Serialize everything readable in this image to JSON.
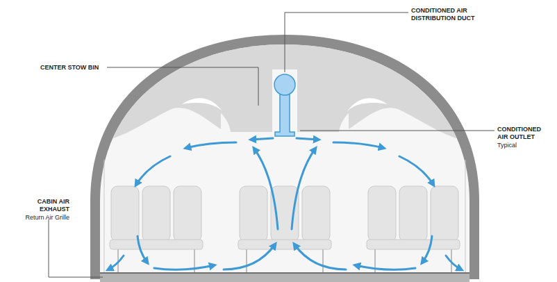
{
  "diagram": {
    "labels": [
      "CONDITIONED AIR DISTRIBUTION DUCT",
      "CENTER STOW BIN",
      "CONDITIONED AIR OUTLET",
      "Typical",
      "CABIN AIR EXHAUST",
      "Return Air Grille"
    ]
  }
}
